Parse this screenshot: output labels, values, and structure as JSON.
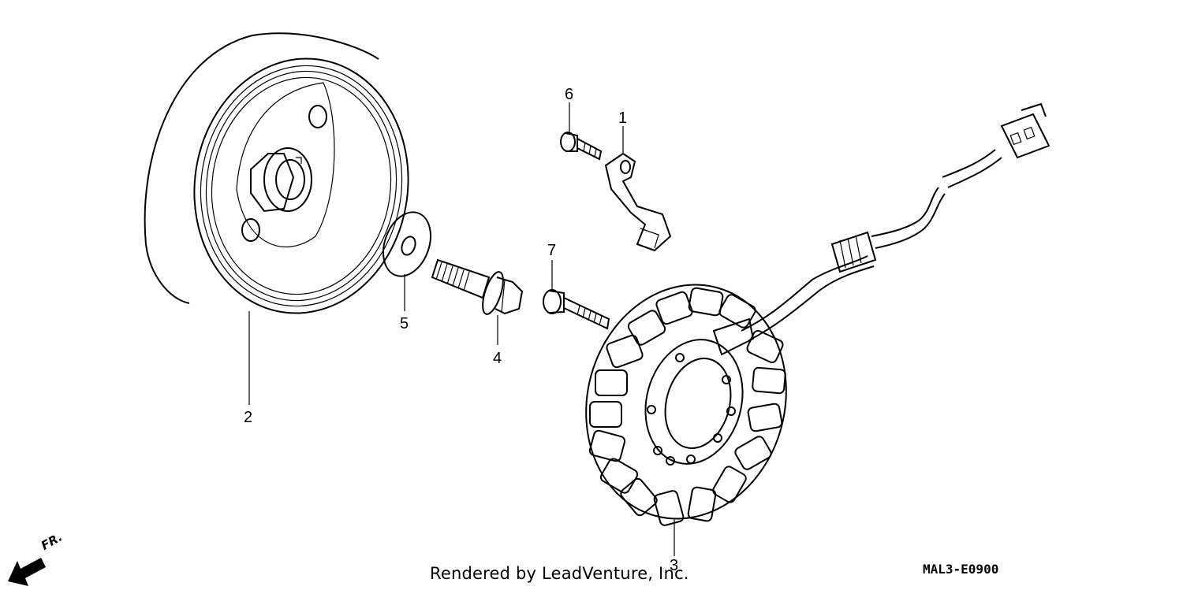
{
  "diagram": {
    "callouts": [
      "1",
      "2",
      "3",
      "4",
      "5",
      "6",
      "7"
    ],
    "direction_label": "FR.",
    "credit": "Rendered by LeadVenture, Inc.",
    "drawing_code": "MAL3-E0900",
    "line_color": "#000000",
    "background": "#ffffff"
  }
}
